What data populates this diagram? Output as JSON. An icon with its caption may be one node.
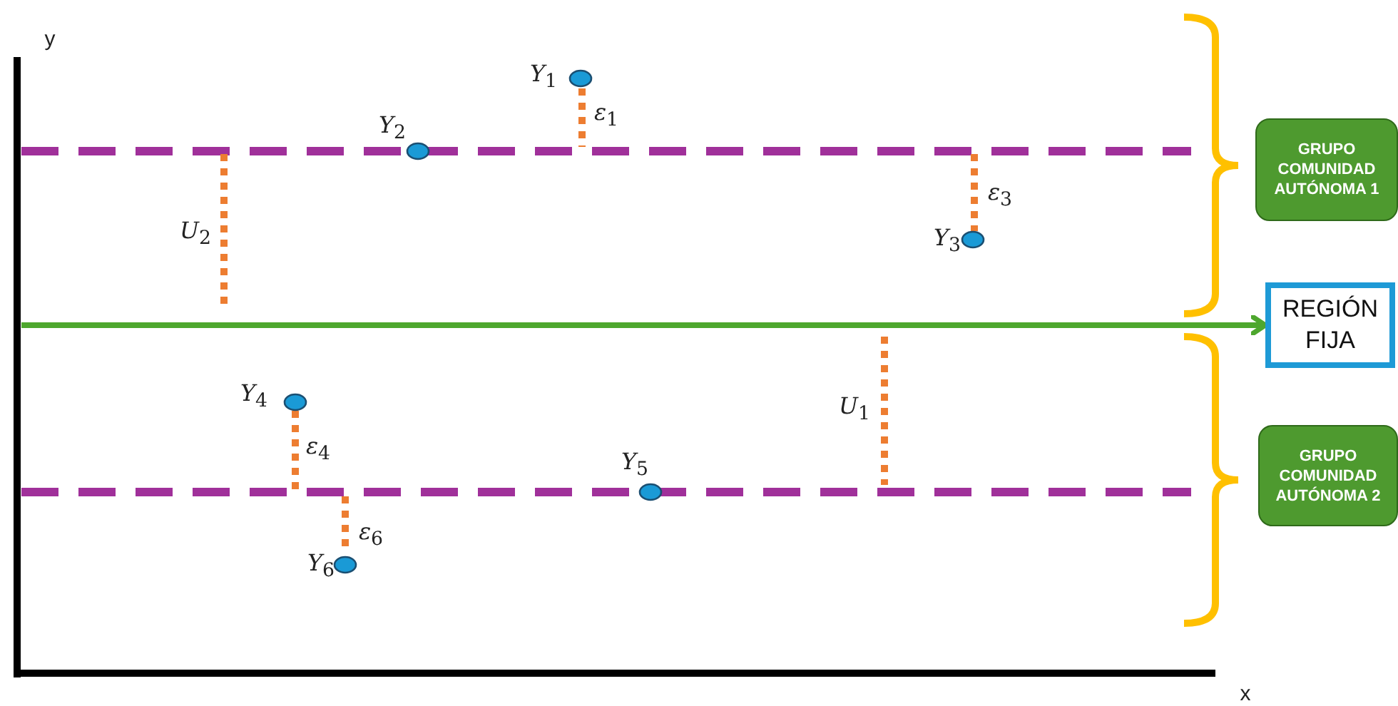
{
  "diagram": {
    "nodes": [
      {
        "text": [
          "GRUPO COMUNIDAD AUTÓNOMA 1"
        ]
      },
      {
        "text": [
          "REGIÓN FIJA"
        ]
      },
      {
        "text": [
          "GRUPO COMUNIDAD AUTÓNOMA 2"
        ]
      }
    ],
    "edges": [
      {
        "from": null,
        "to": 1,
        "arrow": "to"
      }
    ],
    "labels": [
      "y",
      "*Y*$_{1}$",
      "*ε*$_{1}$",
      "*Y*$_{2}$",
      "*U*$_{2}$",
      "*ε*$_{3}$",
      "*Y*$_{3}$",
      "*Y*$_{4}$",
      "*U*$_{1}$",
      "*ε*$_{4}$",
      "*Y*$_{5}$",
      "*ε*$_{6}$",
      "*Y*$_{6}$",
      "x"
    ]
  }
}
